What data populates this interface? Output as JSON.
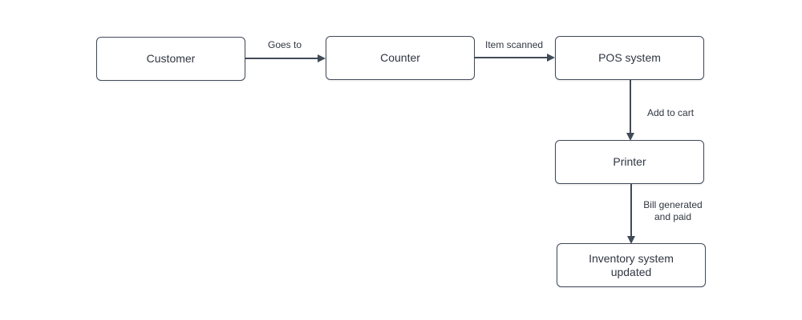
{
  "colors": {
    "stroke": "#414a58",
    "text": "#2f3641",
    "background": "#ffffff"
  },
  "nodes": {
    "customer": "Customer",
    "counter": "Counter",
    "pos_system": "POS system",
    "printer": "Printer",
    "inventory_line1": "Inventory system",
    "inventory_line2": "updated"
  },
  "edges": {
    "customer_to_counter": "Goes to",
    "counter_to_pos": "Item scanned",
    "pos_to_printer": "Add to cart",
    "printer_to_inventory_line1": "Bill generated",
    "printer_to_inventory_line2": "and paid"
  }
}
